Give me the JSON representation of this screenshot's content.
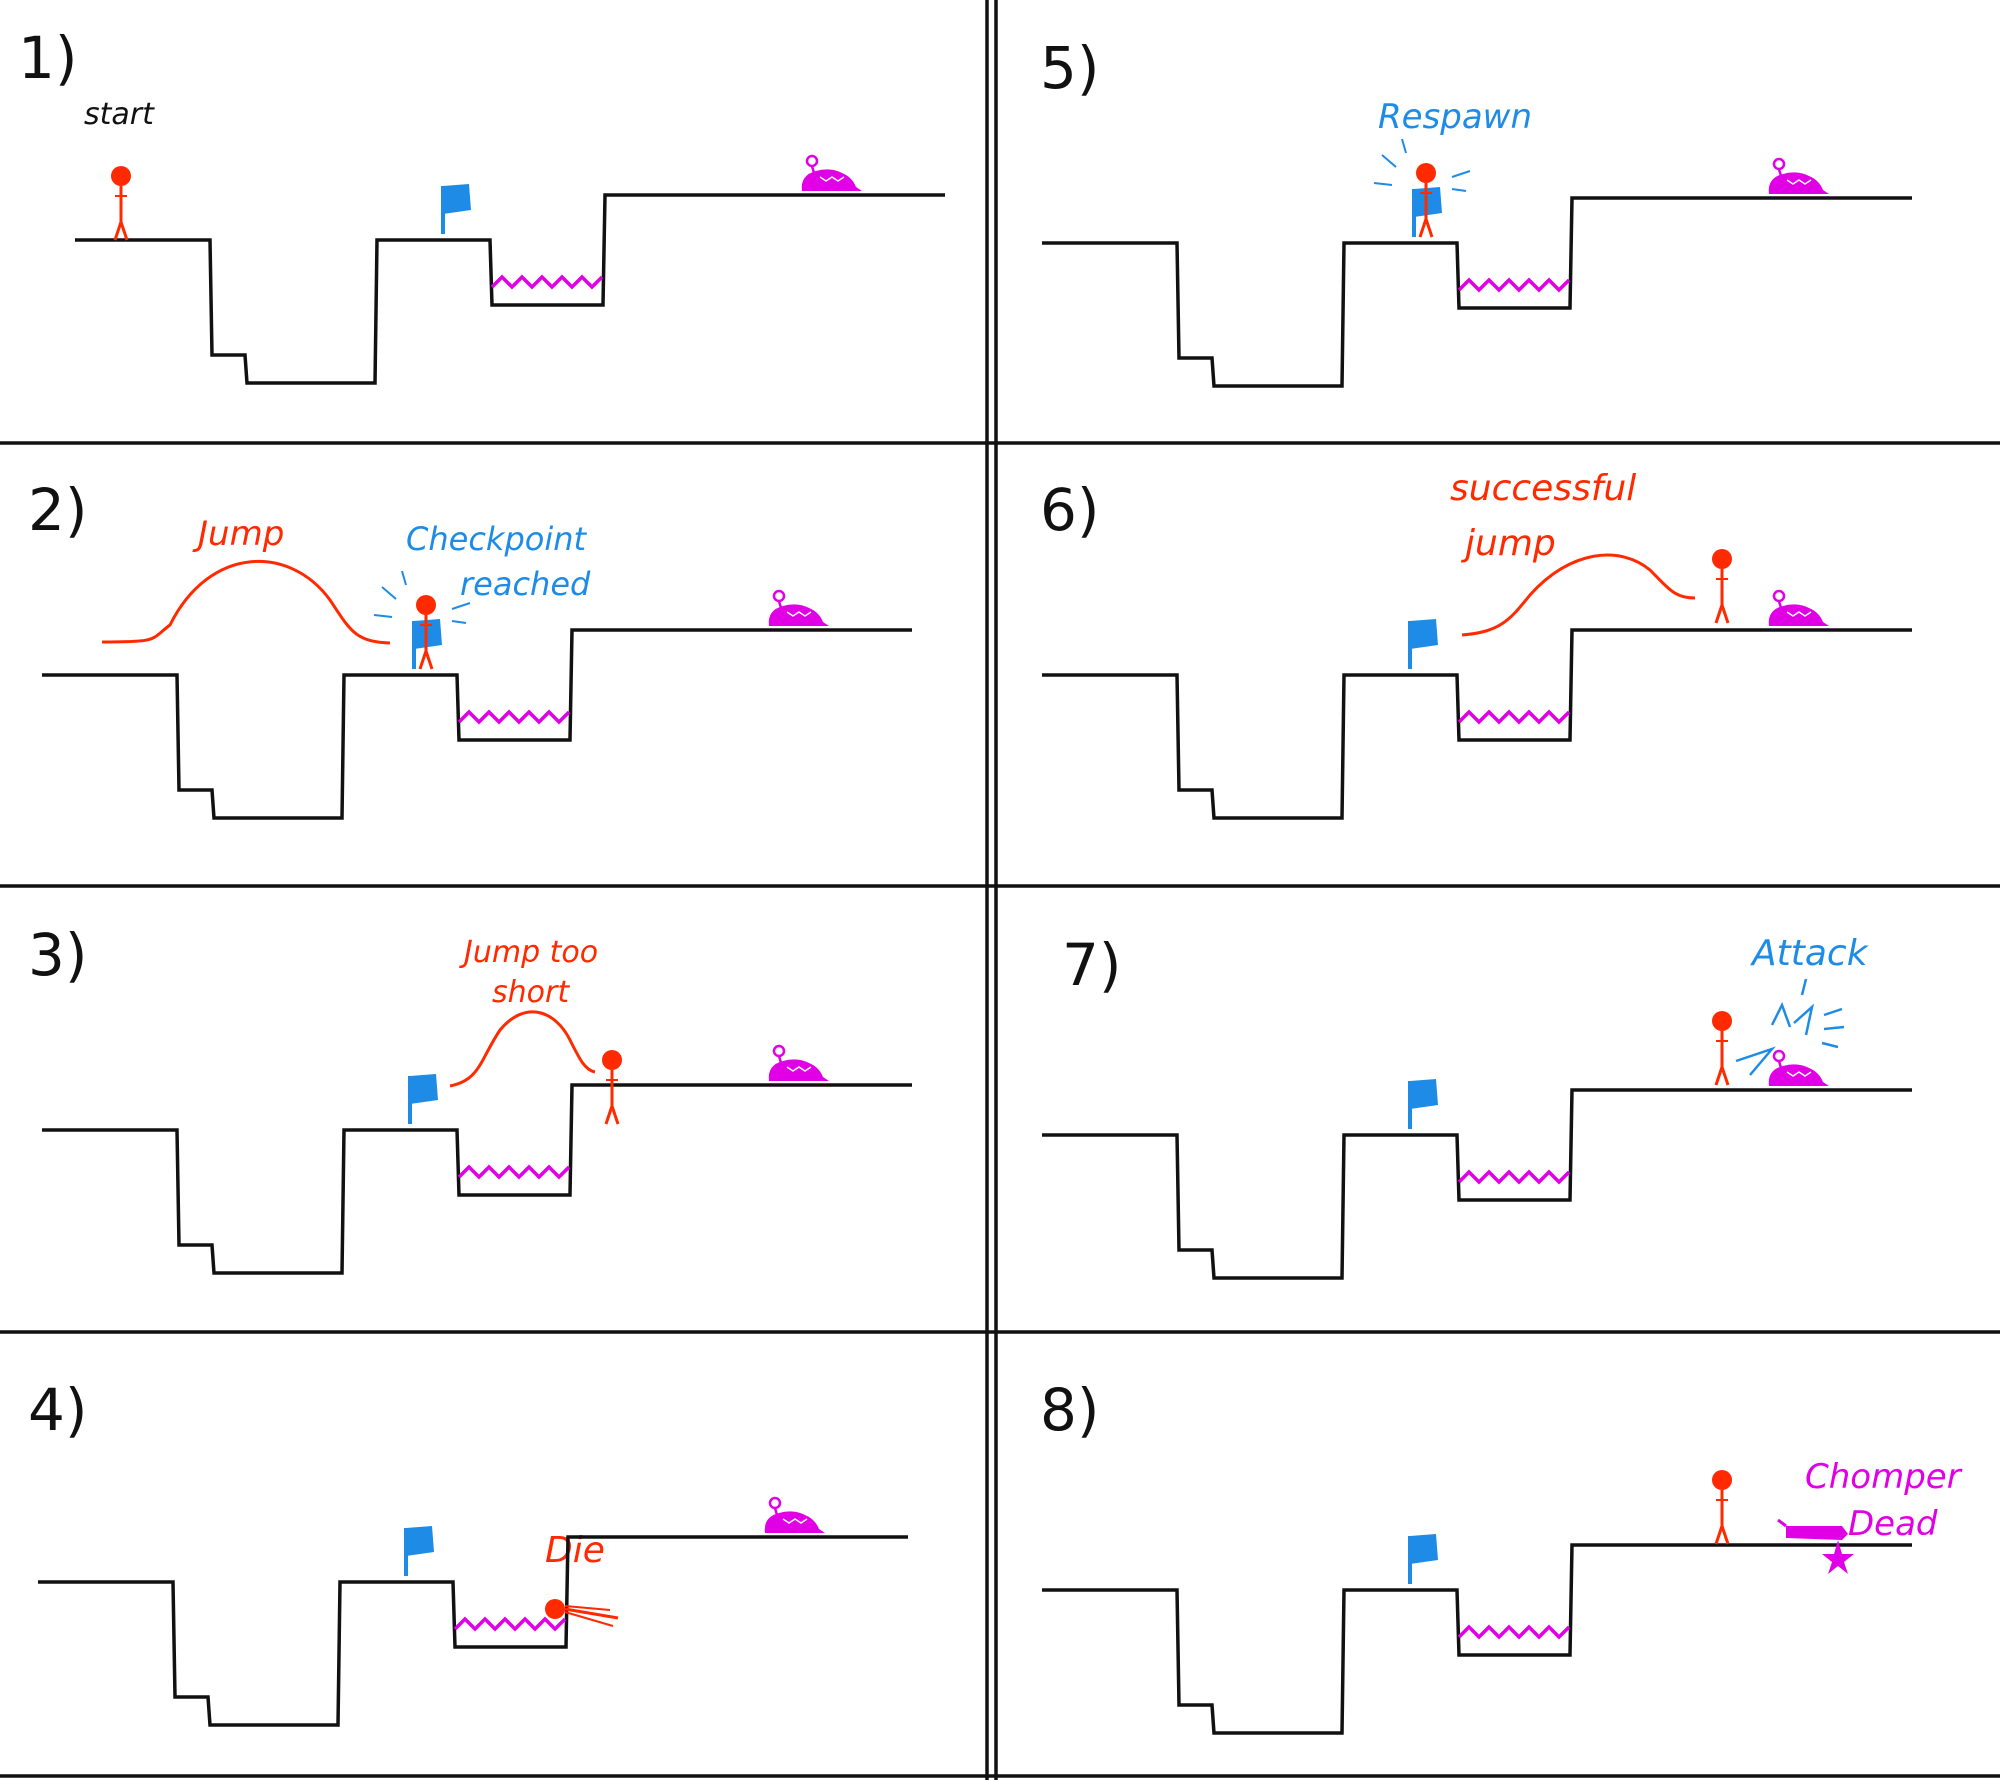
{
  "colors": {
    "ink": "#111111",
    "player": "#ff2a00",
    "checkpoint": "#1e8ce6",
    "enemy": "#e100e6"
  },
  "panels": [
    {
      "number": "1)",
      "labels": [
        {
          "text": "start",
          "color": "ink"
        }
      ]
    },
    {
      "number": "2)",
      "labels": [
        {
          "text": "Jump",
          "color": "player"
        },
        {
          "text": "Checkpoint",
          "color": "checkpoint"
        },
        {
          "text": "reached",
          "color": "checkpoint"
        }
      ]
    },
    {
      "number": "3)",
      "labels": [
        {
          "text": "Jump too",
          "color": "player"
        },
        {
          "text": "short",
          "color": "player"
        }
      ]
    },
    {
      "number": "4)",
      "labels": [
        {
          "text": "Die",
          "color": "player"
        }
      ]
    },
    {
      "number": "5)",
      "labels": [
        {
          "text": "Respawn",
          "color": "checkpoint"
        }
      ]
    },
    {
      "number": "6)",
      "labels": [
        {
          "text": "successful",
          "color": "player"
        },
        {
          "text": "jump",
          "color": "player"
        }
      ]
    },
    {
      "number": "7)",
      "labels": [
        {
          "text": "Attack",
          "color": "checkpoint"
        }
      ]
    },
    {
      "number": "8)",
      "labels": [
        {
          "text": "Chomper",
          "color": "enemy"
        },
        {
          "text": "Dead",
          "color": "enemy"
        }
      ]
    }
  ],
  "icons": {
    "player": "stick-figure-icon",
    "checkpoint": "flag-icon",
    "enemy": "chomper-icon",
    "hazard": "spike-pit-icon"
  }
}
